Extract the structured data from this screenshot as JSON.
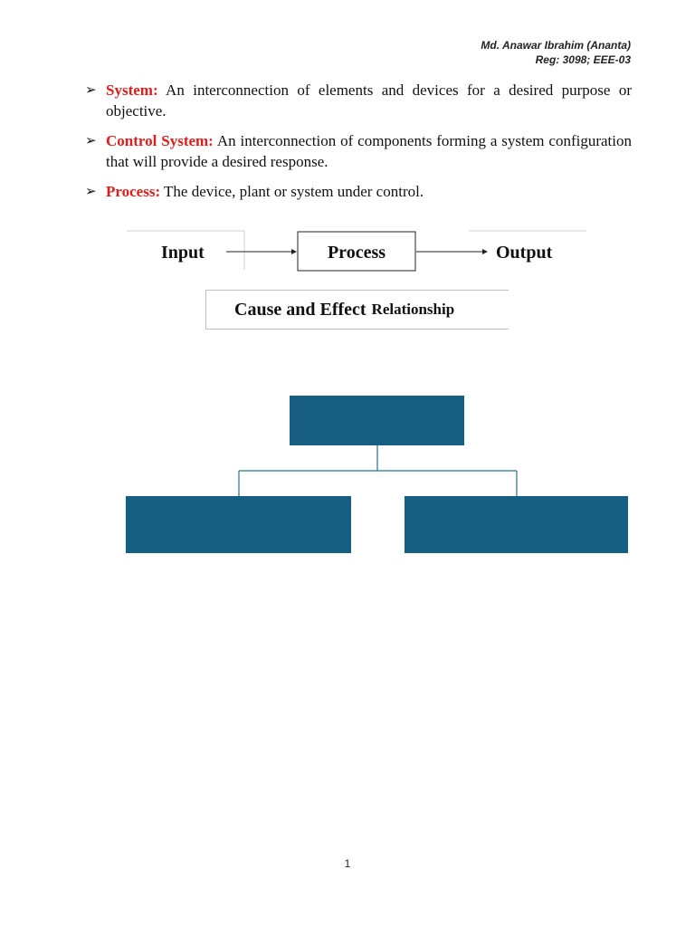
{
  "header": {
    "author": "Md. Anawar Ibrahim (Ananta)",
    "reg": "Reg: 3098; EEE-03"
  },
  "definitions": [
    {
      "bullet": "➢",
      "term": "System:",
      "text": " An interconnection of elements and devices for a desired purpose or objective."
    },
    {
      "bullet": "➢",
      "term": "Control System:",
      "text": " An interconnection of components forming a system configuration that will provide a desired response."
    },
    {
      "bullet": "➢",
      "term": "Process:",
      "text": " The device, plant or system under control."
    }
  ],
  "process_diagram": {
    "input_label": "Input",
    "process_label": "Process",
    "output_label": "Output"
  },
  "relationship": {
    "main": "Cause and Effect",
    "suffix": "Relationship"
  },
  "org_chart": {
    "box_color": "#175f82",
    "line_color": "#2a6f8f"
  },
  "page": {
    "number": "1"
  },
  "colors": {
    "term": "#e31b1b"
  }
}
